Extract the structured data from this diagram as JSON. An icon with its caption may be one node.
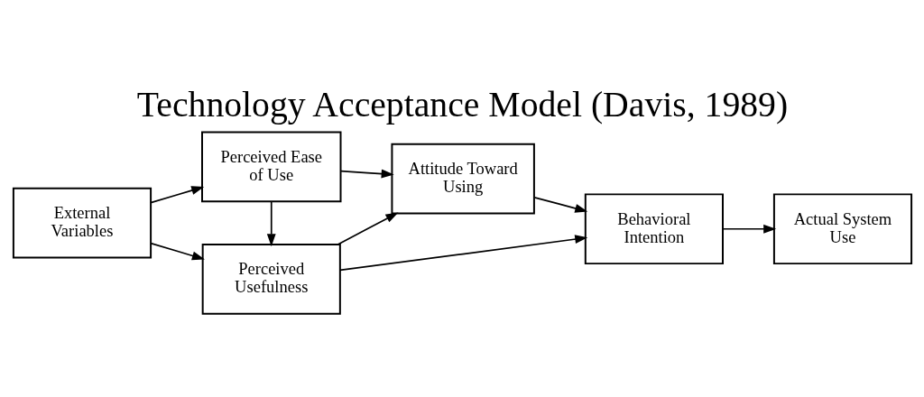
{
  "diagram": {
    "title": "Technology Acceptance Model (Davis, 1989)",
    "nodes": [
      {
        "text": [
          "External Variables"
        ]
      },
      {
        "text": [
          "Perceived Usefulness"
        ]
      },
      {
        "text": [
          "Perceived Ease of Use"
        ]
      },
      {
        "text": [
          "Attitude Toward Using"
        ]
      },
      {
        "text": [
          "Behavioral Intention"
        ]
      },
      {
        "text": [
          "Actual System Use"
        ]
      }
    ],
    "edges": [
      {
        "from": 0,
        "to": 1,
        "arrow": "to"
      },
      {
        "from": 0,
        "to": 2,
        "arrow": "to"
      },
      {
        "from": 2,
        "to": 1,
        "arrow": "to"
      },
      {
        "from": 1,
        "to": 3,
        "arrow": "to"
      },
      {
        "from": 2,
        "to": 3,
        "arrow": "to"
      },
      {
        "from": 1,
        "to": 4,
        "arrow": "to"
      },
      {
        "from": 3,
        "to": 4,
        "arrow": "to"
      },
      {
        "from": 4,
        "to": 5,
        "arrow": "to"
      }
    ]
  }
}
